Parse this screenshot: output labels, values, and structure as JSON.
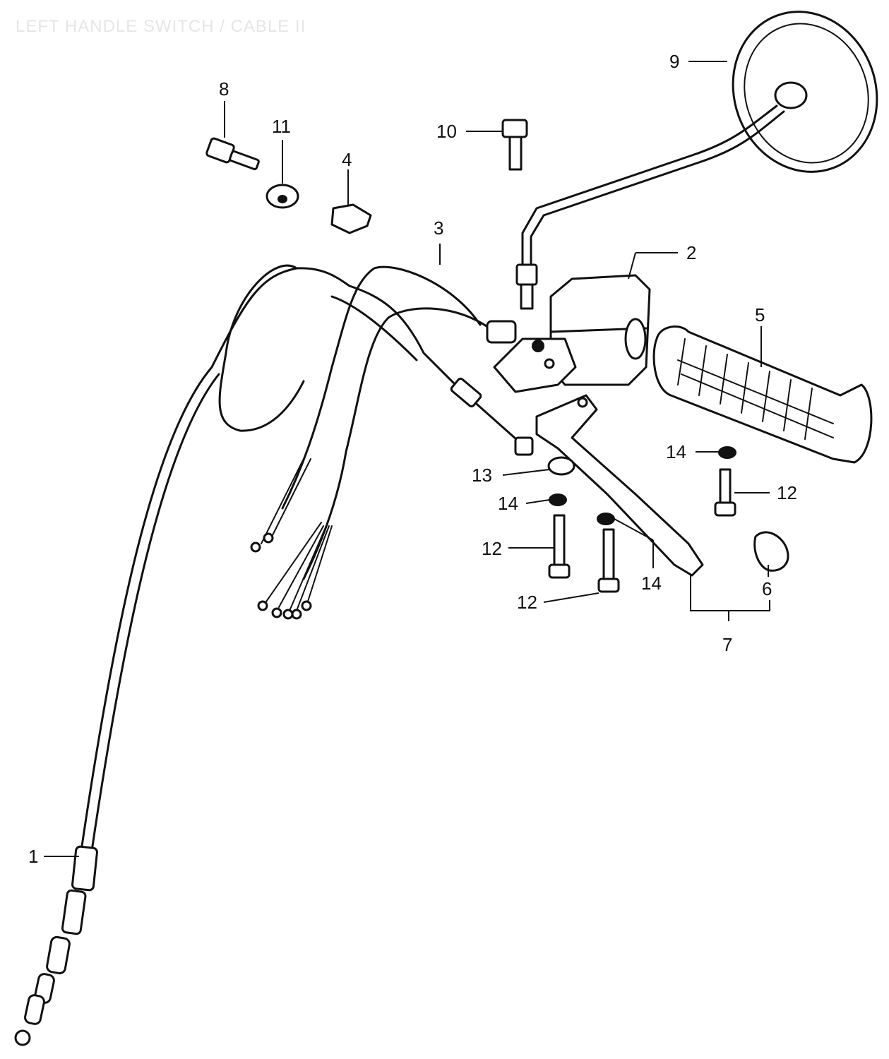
{
  "title": "LEFT HANDLE SWITCH / CABLE II",
  "callouts": {
    "c1": "1",
    "c2": "2",
    "c3": "3",
    "c4": "4",
    "c5": "5",
    "c6": "6",
    "c7": "7",
    "c8": "8",
    "c9": "9",
    "c10": "10",
    "c11": "11",
    "c12a": "12",
    "c12b": "12",
    "c12c": "12",
    "c13": "13",
    "c14a": "14",
    "c14b": "14",
    "c14c": "14"
  }
}
